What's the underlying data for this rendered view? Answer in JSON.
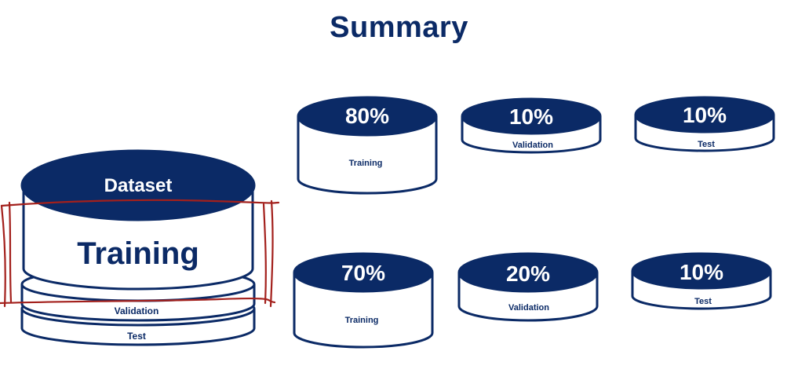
{
  "title": "Summary",
  "colors": {
    "navy": "#0b2a66",
    "annotation_red": "#a3201c",
    "background": "#ffffff"
  },
  "dataset_stack": {
    "top_label": "Dataset",
    "main_label": "Training",
    "validation_label": "Validation",
    "test_label": "Test"
  },
  "split_1": {
    "training": {
      "percent": "80%",
      "label": "Training"
    },
    "validation": {
      "percent": "10%",
      "label": "Validation"
    },
    "test": {
      "percent": "10%",
      "label": "Test"
    }
  },
  "split_2": {
    "training": {
      "percent": "70%",
      "label": "Training"
    },
    "validation": {
      "percent": "20%",
      "label": "Validation"
    },
    "test": {
      "percent": "10%",
      "label": "Test"
    }
  }
}
